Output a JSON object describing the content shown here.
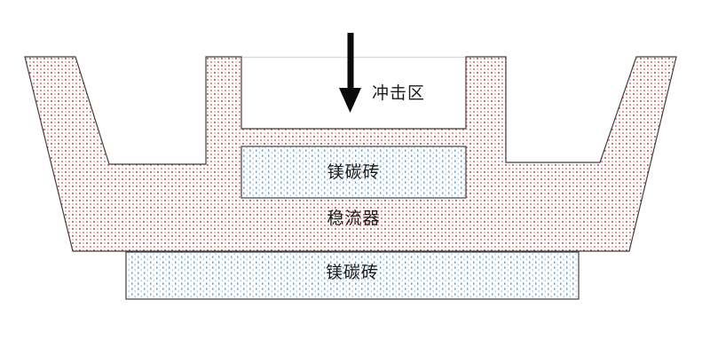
{
  "diagram": {
    "labels": {
      "impact_zone": "冲击区",
      "impact_pad_brick": "镁碳砖",
      "flow_stabilizer": "稳流器",
      "bottom_brick": "镁碳砖"
    },
    "icons": {
      "pour_stream_arrow": "down-arrow-icon"
    },
    "colors": {
      "outline": "#3f3f3f",
      "pink_dot_dark": "#c65050",
      "pink_dot_light": "#f2bcbc",
      "blue_dot_dark": "#6f9ec9",
      "blue_dot_light": "#bcd4ea",
      "arrow": "#0a0a0a",
      "rim_line": "#d8d8d8"
    }
  }
}
